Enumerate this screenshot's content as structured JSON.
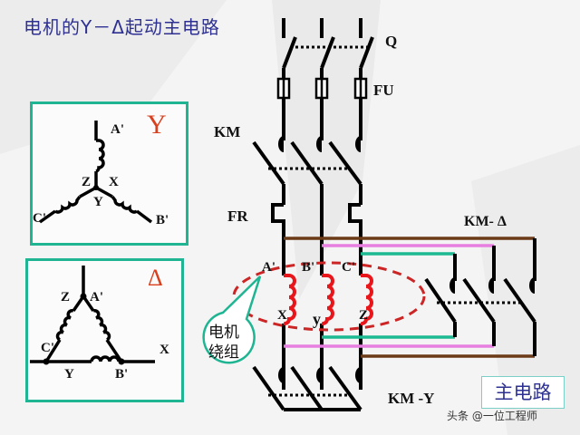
{
  "title": "电机的Y－Δ起动主电路",
  "labels": {
    "q": "Q",
    "fu": "FU",
    "km": "KM",
    "fr": "FR",
    "km_delta": "KM- Δ",
    "km_y": "KM -Y",
    "a_prime": "A'",
    "b_prime": "B'",
    "c_prime": "C'",
    "x": "X",
    "y": "y",
    "z": "Z"
  },
  "wye_box": {
    "symbol": "Y",
    "a": "A'",
    "b": "B'",
    "c": "C'",
    "x": "X",
    "y": "Y",
    "z": "Z"
  },
  "delta_box": {
    "symbol": "Δ",
    "a": "A'",
    "b": "B'",
    "c": "C'",
    "x": "X",
    "y": "Y",
    "z": "Z"
  },
  "callout": {
    "line1": "电机",
    "line2": "绕组"
  },
  "main_circuit_label": "主电路",
  "watermark": "头条 @一位工程师",
  "colors": {
    "title": "#2e3192",
    "box_border": "#1fb592",
    "winding": "#e8151b",
    "brown_bus": "#6b3a17",
    "pink_bus": "#e77fe0",
    "teal_bus": "#1cb992",
    "symbol_red": "#d8401e"
  }
}
